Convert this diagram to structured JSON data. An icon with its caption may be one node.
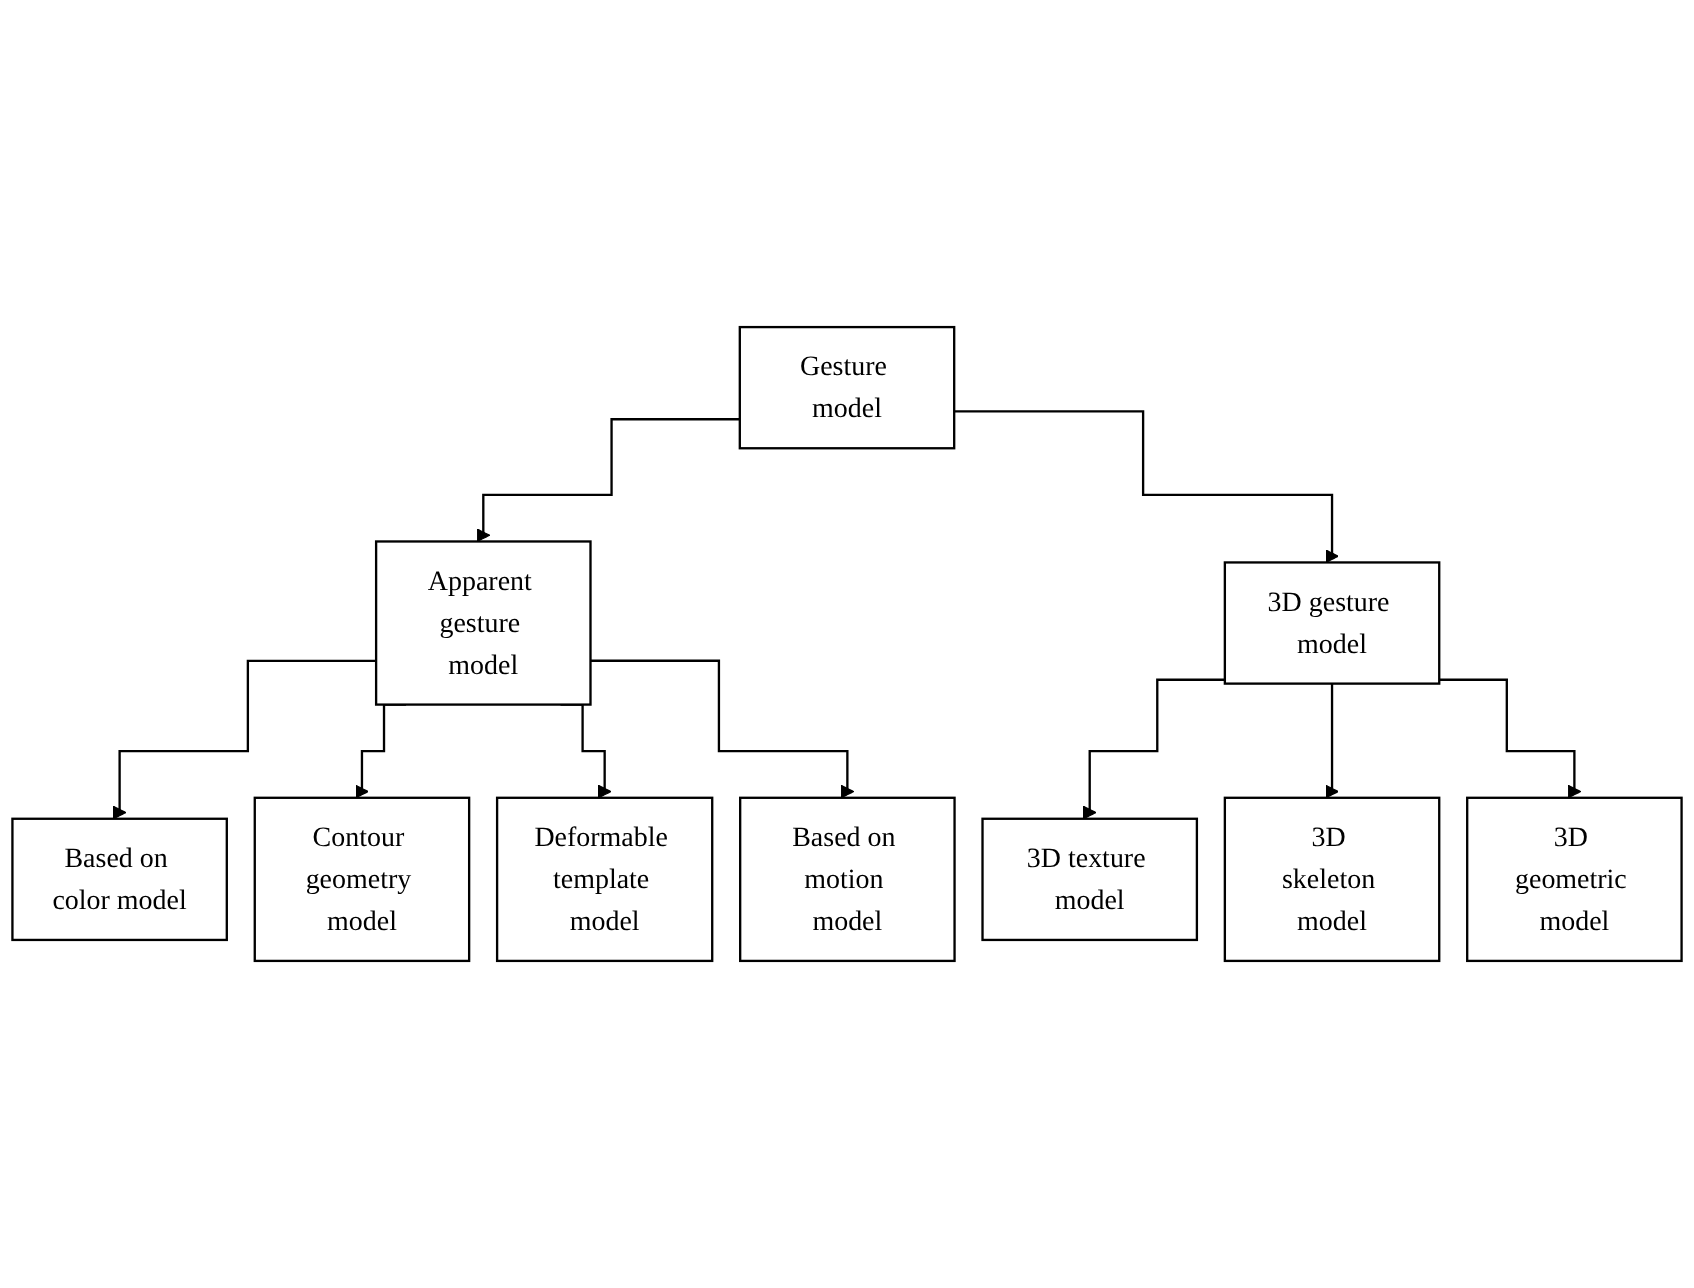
{
  "diagram": {
    "nodes": [
      {
        "text": [
          "Gesture model"
        ]
      },
      {
        "text": [
          "Apparent gesture model"
        ]
      },
      {
        "text": [
          "3D gesture model"
        ]
      },
      {
        "text": [
          "Based on color model"
        ]
      },
      {
        "text": [
          "Contour geometry model"
        ]
      },
      {
        "text": [
          "Deformable template model"
        ]
      },
      {
        "text": [
          "Based on motion model"
        ]
      },
      {
        "text": [
          "3D texture model"
        ]
      },
      {
        "text": [
          "3D skeleton model"
        ]
      },
      {
        "text": [
          "3D geometric model"
        ]
      }
    ],
    "edges": [
      {
        "from": 0,
        "to": 1,
        "arrow": "to"
      },
      {
        "from": 0,
        "to": 2,
        "arrow": "to"
      },
      {
        "from": 1,
        "to": 3,
        "arrow": "to"
      },
      {
        "from": 1,
        "to": 4,
        "arrow": "to"
      },
      {
        "from": 1,
        "to": 5,
        "arrow": "to"
      },
      {
        "from": 1,
        "to": 6,
        "arrow": "to"
      },
      {
        "from": 2,
        "to": 7,
        "arrow": "to"
      },
      {
        "from": 2,
        "to": 8,
        "arrow": "to"
      },
      {
        "from": 2,
        "to": 9,
        "arrow": "to"
      }
    ]
  }
}
